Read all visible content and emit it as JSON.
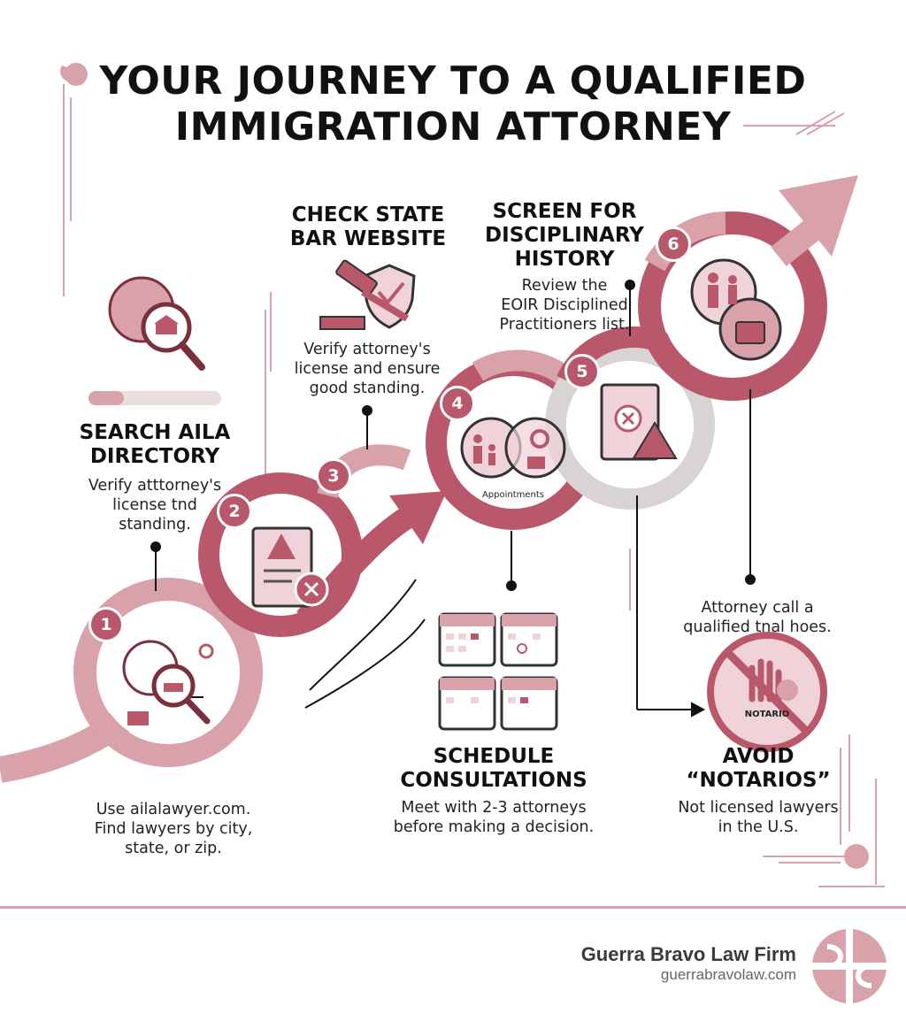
{
  "title": {
    "line1": "YOUR JOURNEY TO A QUALIFIED",
    "line2": "IMMIGRATION ATTORNEY"
  },
  "steps": [
    {
      "number": "1",
      "heading_1": "SEARCH AILA",
      "heading_2": "DIRECTORY",
      "text_1": "Verify atttorney's",
      "text_2": "license tnd",
      "text_3": "standing."
    },
    {
      "number": "2"
    },
    {
      "number": "3",
      "heading_1": "CHECK STATE",
      "heading_2": "BAR WEBSITE",
      "text_1": "Verify attorney's",
      "text_2": "license and ensure",
      "text_3": "good standing."
    },
    {
      "number": "4",
      "icon_caption": "Appointments",
      "heading_1": "SCHEDULE",
      "heading_2": "CONSULTATIONS",
      "text_1": "Meet with 2-3 attorneys",
      "text_2": "before making a decision."
    },
    {
      "number": "5",
      "heading_1": "SCREEN FOR",
      "heading_2": "DISCIPLINARY",
      "heading_3": "HISTORY",
      "text_1": "Review the",
      "text_2": "EOIR Disciplined",
      "text_3": "Practitioners list."
    },
    {
      "number": "6",
      "text_1": "Attorney call a",
      "text_2": "qualified tnal hoes.",
      "heading_1": "AVOID",
      "heading_2": "“NOTARIOS”",
      "text_3": "Not licensed lawyers",
      "text_4": "in the U.S.",
      "icon_caption": "NOTARIO"
    }
  ],
  "bottom_left": {
    "text_1": "Use ailalawyer.com.",
    "text_2": "Find lawyers by city,",
    "text_3": "state, or zip."
  },
  "footer": {
    "firm": "Guerra Bravo Law Firm",
    "site": "guerrabravolaw.com"
  },
  "colors": {
    "primary": "#b8586a",
    "light": "#d9a1aa",
    "pale": "#efd3d8",
    "grey": "#d9d4d4",
    "ink": "#111111"
  }
}
